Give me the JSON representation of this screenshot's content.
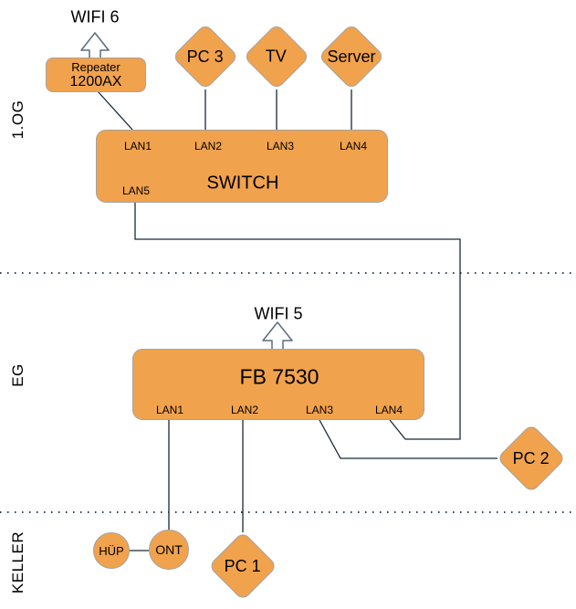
{
  "colors": {
    "node_fill": "#F1A24C",
    "node_stroke": "#A3A3A3",
    "edge": "#16293A",
    "dotted": "#2E4155",
    "arrow_stroke": "#5B6B7E"
  },
  "floors": {
    "og1": "1.OG",
    "eg": "EG",
    "keller": "KELLER"
  },
  "wifi": {
    "wifi6": "WIFI 6",
    "wifi5": "WIFI 5"
  },
  "repeater": {
    "line1": "Repeater",
    "line2": "1200AX"
  },
  "switch": {
    "title": "SWITCH",
    "lan1": "LAN1",
    "lan2": "LAN2",
    "lan3": "LAN3",
    "lan4": "LAN4",
    "lan5": "LAN5"
  },
  "router": {
    "title": "FB 7530",
    "lan1": "LAN1",
    "lan2": "LAN2",
    "lan3": "LAN3",
    "lan4": "LAN4"
  },
  "devices": {
    "pc3": "PC 3",
    "tv": "TV",
    "server": "Server",
    "pc2": "PC 2",
    "pc1": "PC 1",
    "huep": "HÜP",
    "ont": "ONT"
  }
}
